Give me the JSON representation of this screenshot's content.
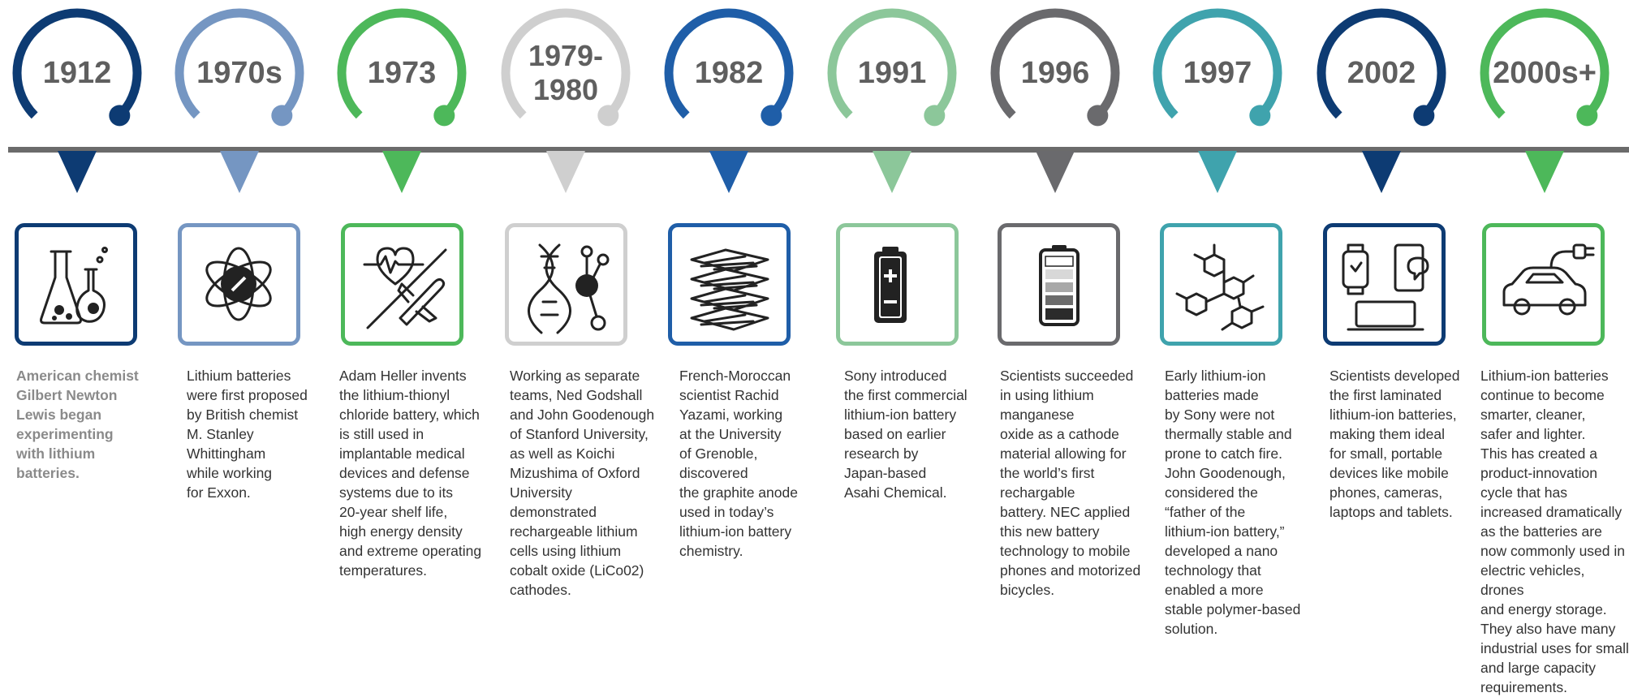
{
  "colors": {
    "axis": "#6b6b6b",
    "navy": "#0d3b73",
    "steel_blue": "#7596c2",
    "green": "#4db85a",
    "light_gray": "#cfcfcf",
    "royal_blue": "#1f5ea8",
    "light_green": "#8cc79a",
    "gray": "#6a6a6d",
    "teal": "#3fa3ad",
    "year_text": "#5f5f5f"
  },
  "milestones": [
    {
      "year": "1912",
      "color": "#0d3b73",
      "icon": "flask-chemistry-icon",
      "bold": true,
      "text": "American chemist\nGilbert Newton\nLewis began\nexperimenting\nwith lithium\nbatteries."
    },
    {
      "year": "1970s",
      "color": "#7596c2",
      "icon": "atom-icon",
      "bold": false,
      "text": "Lithium batteries\nwere first proposed\nby British chemist\nM. Stanley\nWhittingham\nwhile working\nfor Exxon."
    },
    {
      "year": "1973",
      "color": "#4db85a",
      "icon": "heartbeat-airplane-icon",
      "bold": false,
      "text": "Adam Heller invents\nthe lithium-thionyl\nchloride battery, which\nis still used in\nimplantable medical\ndevices and defense\nsystems due to its\n20-year shelf life,\nhigh energy density\nand extreme operating\ntemperatures."
    },
    {
      "year": "1979-\n1980",
      "color": "#cfcfcf",
      "icon": "dna-molecule-icon",
      "bold": false,
      "text": "Working as separate\nteams, Ned Godshall\nand John Goodenough\nof Stanford University,\nas well as Koichi\nMizushima of Oxford\nUniversity demonstrated\nrechargeable lithium\ncells using lithium\ncobalt oxide (LiCo02)\ncathodes."
    },
    {
      "year": "1982",
      "color": "#1f5ea8",
      "icon": "graphite-layers-icon",
      "bold": false,
      "text": "French-Moroccan\nscientist Rachid\nYazami, working\nat the University\nof Grenoble,\ndiscovered\nthe graphite anode\nused in today’s\nlithium-ion battery\nchemistry."
    },
    {
      "year": "1991",
      "color": "#8cc79a",
      "icon": "battery-plus-minus-icon",
      "bold": false,
      "text": "Sony introduced\nthe first commercial\nlithium-ion battery\nbased on earlier\nresearch by\nJapan-based\nAsahi Chemical."
    },
    {
      "year": "1996",
      "color": "#6a6a6d",
      "icon": "battery-level-icon",
      "bold": false,
      "text": "Scientists succeeded\nin using lithium\nmanganese\noxide as a cathode\nmaterial allowing for\nthe world’s first\nrechargable\nbattery. NEC applied\nthis new battery\ntechnology to mobile\nphones and motorized\nbicycles."
    },
    {
      "year": "1997",
      "color": "#3fa3ad",
      "icon": "polymer-molecule-icon",
      "bold": false,
      "text": "Early lithium-ion\nbatteries made\nby Sony were not\nthermally stable and\nprone to catch fire.\nJohn Goodenough,\nconsidered the\n“father of the\nlithium-ion battery,”\ndeveloped a nano\ntechnology that\nenabled a more\nstable polymer-based\nsolution."
    },
    {
      "year": "2002",
      "color": "#0d3b73",
      "icon": "devices-icon",
      "bold": false,
      "text": "Scientists developed\nthe first laminated\nlithium-ion batteries,\nmaking them ideal\nfor small, portable\ndevices like mobile\nphones, cameras,\nlaptops and tablets."
    },
    {
      "year": "2000s+",
      "color": "#4db85a",
      "icon": "electric-car-icon",
      "bold": false,
      "text": "Lithium-ion batteries\ncontinue to become\nsmarter, cleaner,\nsafer and lighter.\nThis has created a\nproduct-innovation\ncycle that has\nincreased dramatically\nas the batteries are\nnow commonly used in\nelectric vehicles, drones\nand energy storage.\nThey also have many\nindustrial uses for small\nand large capacity\nrequirements."
    }
  ]
}
